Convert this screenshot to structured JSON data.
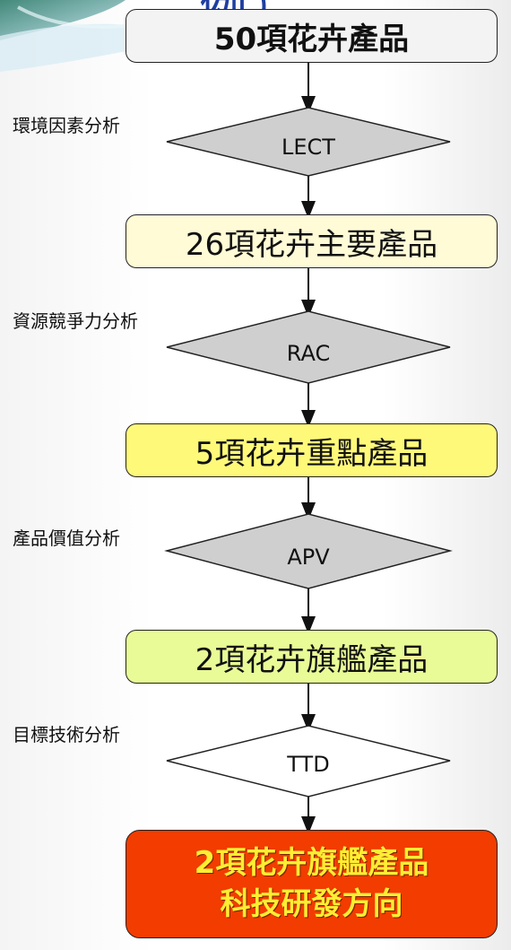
{
  "title_fragment": "例）",
  "steps": [
    {
      "product": "50項花卉產品"
    },
    {
      "analysis": "環境因素分析",
      "method": "LECT"
    },
    {
      "product": "26項花卉主要產品"
    },
    {
      "analysis": "資源競爭力分析",
      "method": "RAC"
    },
    {
      "product": "5項花卉重點產品"
    },
    {
      "analysis": "產品價值分析",
      "method": "APV"
    },
    {
      "product": "2項花卉旗艦產品"
    },
    {
      "analysis": "目標技術分析",
      "method": "TTD"
    }
  ],
  "final": {
    "line1": "2項花卉旗艦產品",
    "line2": "科技研發方向"
  },
  "colors": {
    "box1": "#f3f3f3",
    "box2": "#fffbd6",
    "box3": "#fff97a",
    "box4": "#e9fb96",
    "final_fill": "#f23c00",
    "final_text": "#ffee33",
    "diamond_fill": "#cfcfcf",
    "title": "#1f3fa0"
  }
}
